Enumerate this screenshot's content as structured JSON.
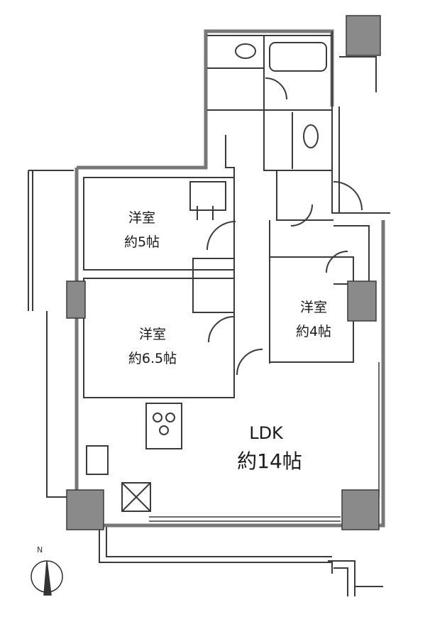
{
  "rooms": {
    "western1": {
      "name": "洋室",
      "size": "約5帖"
    },
    "western2": {
      "name": "洋室",
      "size": "約6.5帖"
    },
    "western3": {
      "name": "洋室",
      "size": "約4帖"
    },
    "ldk": {
      "name": "LDK",
      "size": "約14帖"
    }
  },
  "compass": {
    "north": "N"
  },
  "colors": {
    "wall": "#8c8c8c",
    "wall_dark": "#3a3a3a",
    "pillar": "#8a8a8a",
    "line": "#555555"
  }
}
